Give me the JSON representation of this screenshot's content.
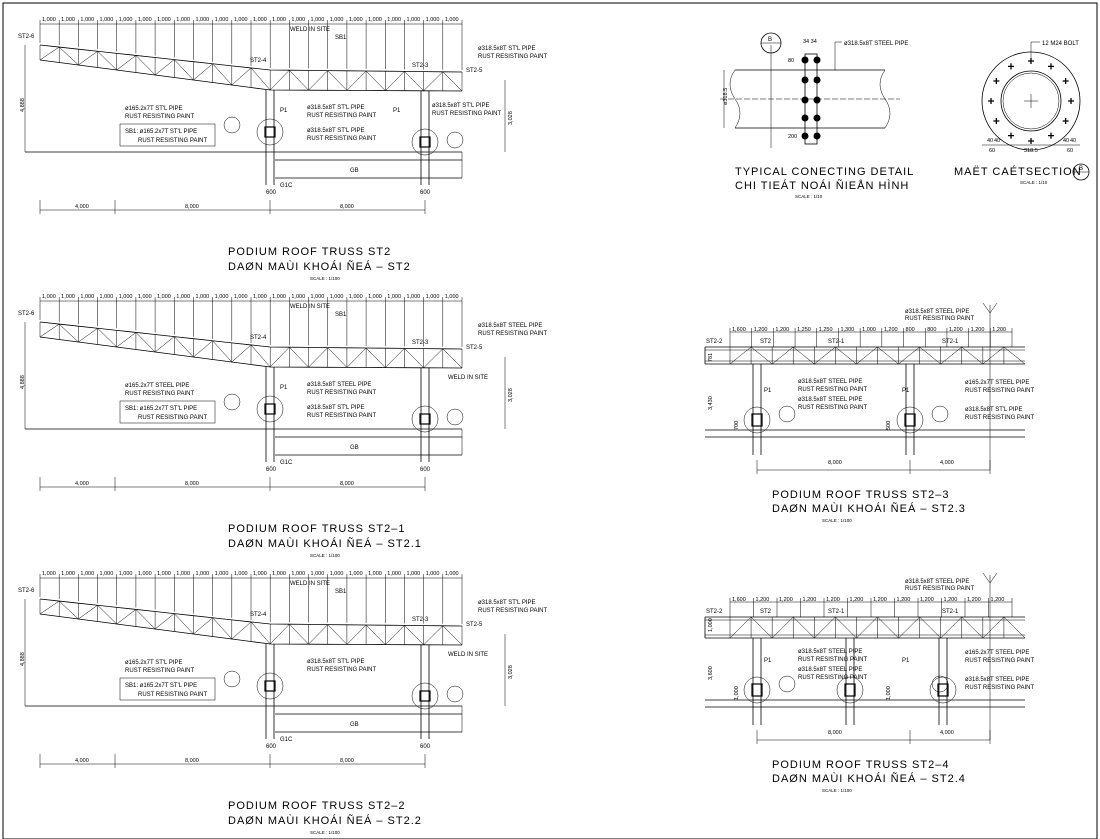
{
  "colors": {
    "background": "#ffffff",
    "ink": "#000000"
  },
  "left_panels": [
    {
      "dims": [
        "1,000",
        "1,000",
        "1,000",
        "1,000",
        "1,000",
        "1,000",
        "1,000",
        "1,000",
        "1,000",
        "1,000",
        "1,000",
        "1,000",
        "1,000",
        "1,000",
        "1,000",
        "1,000",
        "1,000",
        "1,000",
        "1,000",
        "1,000",
        "1,000",
        "1,000"
      ],
      "bottom_dims": [
        "4,000",
        "8,000",
        "8,000"
      ],
      "labels": {
        "st2_6": "ST2-6",
        "weld": "WELD IN SITE",
        "sb1": "SB1",
        "st2_4": "ST2-4",
        "st2_3": "ST2-3",
        "st2_5": "ST2-5",
        "pipe_tr_1": "ø318.5x8T ST'L PIPE",
        "pipe_tr_2": "RUST RESISTING PAINT",
        "pipe_l_1": "ø165.2x7T ST'L PIPE",
        "pipe_l_2": "RUST RESISTING PAINT",
        "sb1_box_1": "SB1: ø165.2x7T ST'L PIPE",
        "sb1_box_2": "RUST RESISTING PAINT",
        "p1a": "P1",
        "p1b": "P1",
        "pipe_m1_1": "ø318.5x8T ST'L PIPE",
        "pipe_m1_2": "RUST RESISTING PAINT",
        "pipe_m2_1": "ø318.5x8T ST'L PIPE",
        "pipe_m2_2": "RUST RESISTING PAINT",
        "pipe_r_1": "ø318.5x8T ST'L PIPE",
        "pipe_r_2": "RUST RESISTING PAINT",
        "weld2": "",
        "h_left": "4,888",
        "h_right": "3,028",
        "gb": "GB",
        "g1c": "G1C",
        "w600a": "600",
        "w600b": "600"
      },
      "title_en": "PODIUM ROOF TRUSS ST2",
      "title_vn": "DAØN MAÙI KHOÁI ÑEÁ – ST2",
      "scale": "SCALE : 1/100"
    },
    {
      "dims": [
        "1,000",
        "1,000",
        "1,000",
        "1,000",
        "1,000",
        "1,000",
        "1,000",
        "1,000",
        "1,000",
        "1,000",
        "1,000",
        "1,000",
        "1,000",
        "1,000",
        "1,000",
        "1,000",
        "1,000",
        "1,000",
        "1,000",
        "1,000",
        "1,000",
        "1,000"
      ],
      "bottom_dims": [
        "4,000",
        "8,000",
        "8,000"
      ],
      "labels": {
        "st2_6": "ST2-6",
        "weld": "WELD IN SITE",
        "sb1": "SB1",
        "st2_4": "ST2-4",
        "st2_3": "ST2-3",
        "st2_5": "ST2-5",
        "pipe_tr_1": "ø318.5x8T STEEL PIPE",
        "pipe_tr_2": "RUST RESISTING PAINT",
        "pipe_l_1": "ø165.2x7T STEEL PIPE",
        "pipe_l_2": "RUST RESISTING PAINT",
        "sb1_box_1": "SB1: ø165.2x7T ST'L PIPE",
        "sb1_box_2": "RUST RESISTING PAINT",
        "p1a": "P1",
        "p1b": "",
        "pipe_m1_1": "ø318.5x8T STEEL PIPE",
        "pipe_m1_2": "RUST RESISTING PAINT",
        "pipe_m2_1": "ø318.5x8T ST'L PIPE",
        "pipe_m2_2": "RUST RESISTING PAINT",
        "pipe_r_1": "",
        "pipe_r_2": "",
        "weld2": "WELD IN SITE",
        "h_left": "4,888",
        "h_right": "3,028",
        "gb": "GB",
        "g1c": "G1C",
        "w600a": "600",
        "w600b": "600"
      },
      "title_en": "PODIUM ROOF TRUSS ST2–1",
      "title_vn": "DAØN MAÙI KHOÁI ÑEÁ – ST2.1",
      "scale": "SCALE : 1/100"
    },
    {
      "dims": [
        "1,000",
        "1,000",
        "1,000",
        "1,000",
        "1,000",
        "1,000",
        "1,000",
        "1,000",
        "1,000",
        "1,000",
        "1,000",
        "1,000",
        "1,000",
        "1,000",
        "1,000",
        "1,000",
        "1,000",
        "1,000",
        "1,000",
        "1,000",
        "1,000",
        "1,000"
      ],
      "bottom_dims": [
        "4,000",
        "8,000",
        "8,000"
      ],
      "labels": {
        "st2_6": "ST2-6",
        "weld": "WELD IN SITE",
        "sb1": "SB1",
        "st2_4": "ST2-4",
        "st2_3": "ST2-3",
        "st2_5": "ST2-5",
        "pipe_tr_1": "ø318.5x8T ST'L PIPE",
        "pipe_tr_2": "RUST RESISTING PAINT",
        "pipe_l_1": "ø165.2x7T ST'L PIPE",
        "pipe_l_2": "RUST RESISTING PAINT",
        "sb1_box_1": "SB1: ø165.2x7T ST'L PIPE",
        "sb1_box_2": "RUST RESISTING PAINT",
        "p1a": "",
        "p1b": "",
        "pipe_m1_1": "ø318.5x8T ST'L PIPE",
        "pipe_m1_2": "RUST RESISTING PAINT",
        "pipe_m2_1": "",
        "pipe_m2_2": "",
        "pipe_r_1": "",
        "pipe_r_2": "",
        "weld2": "WELD IN SITE",
        "h_left": "4,888",
        "h_right": "3,028",
        "gb": "GB",
        "g1c": "G1C",
        "w600a": "600",
        "w600b": "600"
      },
      "title_en": "PODIUM ROOF TRUSS ST2–2",
      "title_vn": "DAØN MAÙI KHOÁI ÑEÁ – ST2.2",
      "scale": "SCALE : 1/100"
    }
  ],
  "connecting_detail": {
    "pipe_label": "ø318.5x8T STEEL PIPE",
    "dim_top": "34 34",
    "dim_80": "80",
    "dim_200": "200",
    "dim_dia": "ø318.5",
    "section_marker": "B",
    "title_en": "TYPICAL CONECTING DETAIL",
    "title_vn": "CHI TIEÁT NOÁI ÑIEÅN HÌNH",
    "scale": "SCALE : 1/10"
  },
  "section": {
    "bolt_label": "12 M24 BOLT",
    "dims": [
      "40",
      "40",
      "60",
      "318.5",
      "40",
      "40",
      "60"
    ],
    "title": "MAËT CAÉTSECTION",
    "marker": "B",
    "scale": "SCALE : 1/10"
  },
  "right_panels": [
    {
      "dims": [
        "1,600",
        "1,200",
        "1,200",
        "1,250",
        "1,250",
        "1,300",
        "1,000",
        "1,200",
        "800",
        "800",
        "1,200",
        "1,200",
        "1,200"
      ],
      "bottom_dims": [
        "8,000",
        "4,000"
      ],
      "labels": {
        "top_pipe_1": "ø318.5x8T STEEL PIPE",
        "top_pipe_2": "RUST RESISTING PAINT",
        "st2_2": "ST2-2",
        "st2": "ST2",
        "st2_1a": "ST2-1",
        "st2_1b": "ST2-1",
        "h_truss": "781",
        "h_col": "3,430",
        "h_base_a": "700",
        "h_base_b": "500",
        "p1a": "P1",
        "p1b": "P1",
        "m1_1": "ø318.5x8T STEEL PIPE",
        "m1_2": "RUST RESISTING PAINT",
        "m2_1": "ø318.5x8T STEEL PIPE",
        "m2_2": "RUST RESISTING PAINT",
        "r1_1": "ø165.2x7T STEEL PIPE",
        "r1_2": "RUST RESISTING PAINT",
        "r2_1": "ø318.5x8T ST'L PIPE",
        "r2_2": "RUST RESISTING PAINT"
      },
      "title_en": "PODIUM ROOF TRUSS ST2–3",
      "title_vn": "DAØN MAÙI KHOÁI ÑEÁ – ST2.3",
      "scale": "SCALE : 1/100"
    },
    {
      "dims": [
        "1,600",
        "1,200",
        "1,200",
        "1,200",
        "1,200",
        "1,200",
        "1,200",
        "1,200",
        "1,200",
        "1,200",
        "1,200",
        "1,200"
      ],
      "bottom_dims": [
        "8,000",
        "4,000"
      ],
      "labels": {
        "top_pipe_1": "ø318.5x8T STEEL PIPE",
        "top_pipe_2": "RUST RESISTING PAINT",
        "st2_2": "ST2-2",
        "st2": "ST2",
        "st2_1a": "ST2-1",
        "st2_1b": "ST2-1",
        "h_truss": "1,000",
        "h_col": "3,600",
        "h_base_a": "1,000",
        "h_base_b": "1,000",
        "p1a": "P1",
        "p1b": "P1",
        "m1_1": "ø318.5x8T STEEL PIPE",
        "m1_2": "RUST RESISTING PAINT",
        "m2_1": "ø318.5x8T STEEL PIPE",
        "m2_2": "RUST RESISTING PAINT",
        "r1_1": "ø165.2x7T STEEL PIPE",
        "r1_2": "RUST RESISTING PAINT",
        "r2_1": "ø318.5x8T STEEL PIPE",
        "r2_2": "RUST RESISTING PAINT"
      },
      "title_en": "PODIUM ROOF TRUSS ST2–4",
      "title_vn": "DAØN MAÙI KHOÁI ÑEÁ – ST2.4",
      "scale": "SCALE : 1/100"
    }
  ]
}
